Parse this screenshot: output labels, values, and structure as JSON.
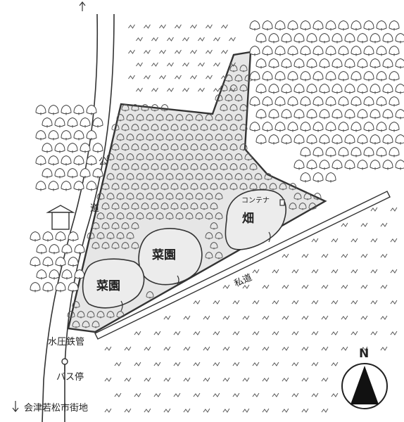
{
  "labels": {
    "public_road_1": "公",
    "public_road_2": "道",
    "private_road": "私道",
    "field": "畑",
    "container": "コンテナ",
    "garden_1": "菜園",
    "garden_2": "菜園",
    "water_pipe": "水圧鉄管",
    "bus_stop": "バス停",
    "direction_to_city": "会津若松市街地",
    "north": "N"
  },
  "symbols": {
    "north_arrow": "north-arrow-icon",
    "bus_stop": "bus-stop-icon",
    "building": "house-icon",
    "trees": "tree-icon",
    "arrow": "arrow-icon"
  },
  "colors": {
    "parcel_fill": "#e6e6e6",
    "outline": "#333333",
    "garden_fill": "#ececec"
  }
}
